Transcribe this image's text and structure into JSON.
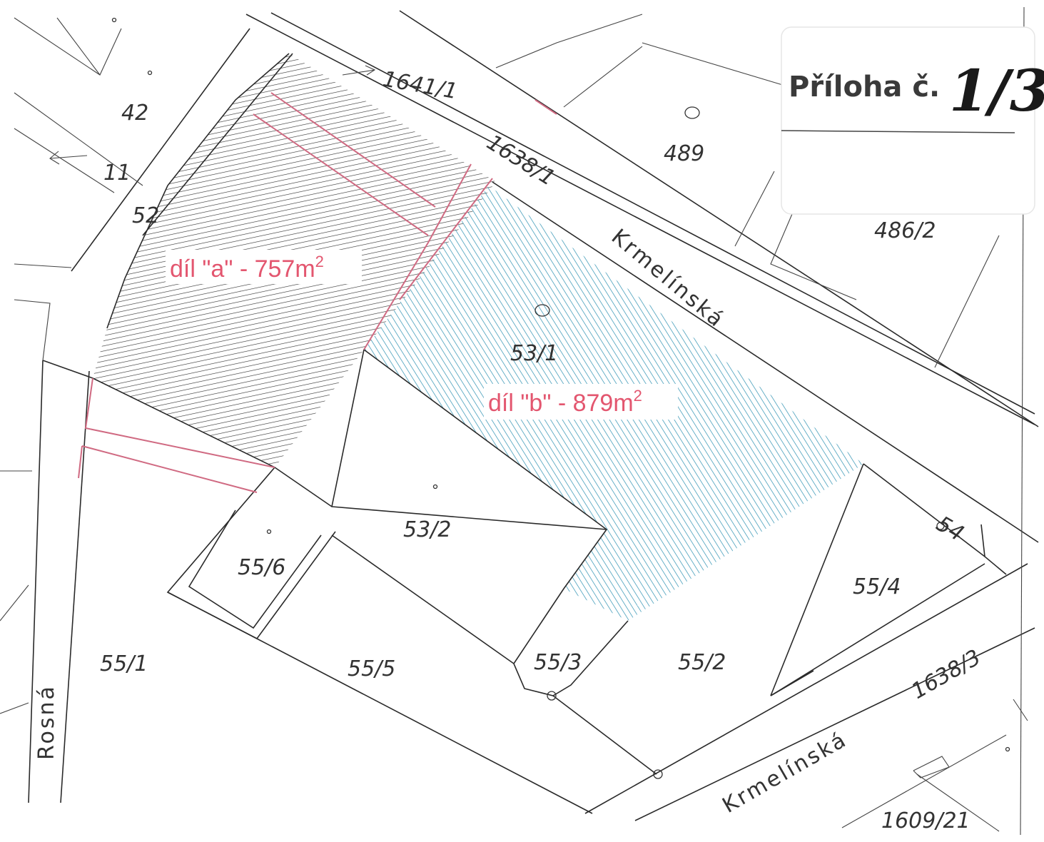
{
  "header": {
    "label": "Příloha č.",
    "number": "1/3"
  },
  "areas": {
    "a": {
      "label": "díl \"a\" - 757m",
      "sup": "2",
      "color": "#3a3a3a"
    },
    "b": {
      "label": "díl \"b\" - 879m",
      "sup": "2",
      "color": "#2a8fb0"
    }
  },
  "parcels": {
    "p42": "42",
    "p52": "52",
    "p1641": "1641/1",
    "p1638_1": "1638/1",
    "p489": "489",
    "p486": "486/2",
    "p53_1": "53/1",
    "p53_2": "53/2",
    "p54": "54",
    "p55_1": "55/1",
    "p55_2": "55/2",
    "p55_3": "55/3",
    "p55_4": "55/4",
    "p55_5": "55/5",
    "p55_6": "55/6",
    "p1638_3": "1638/3",
    "p1609": "1609/21",
    "p11": "11"
  },
  "streets": {
    "krmelinska_top": "Krmelínská",
    "krmelinska_bottom": "Krmelínská",
    "rosna": "Rosná"
  },
  "colors": {
    "boundary_pink": "#d06a82",
    "area_text": "#e3566f"
  }
}
